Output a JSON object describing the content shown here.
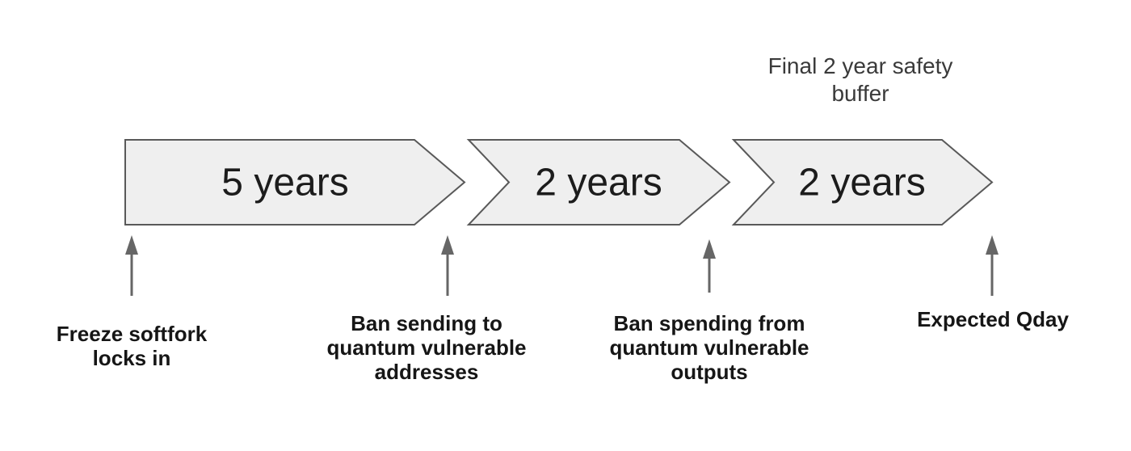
{
  "note": {
    "lines": [
      "Final 2 year safety",
      "buffer"
    ]
  },
  "segments": [
    {
      "label": "5 years"
    },
    {
      "label": "2 years"
    },
    {
      "label": "2 years"
    }
  ],
  "milestones": [
    {
      "lines": [
        "Freeze softfork",
        "locks in"
      ]
    },
    {
      "lines": [
        "Ban sending to",
        "quantum vulnerable",
        "addresses"
      ]
    },
    {
      "lines": [
        "Ban spending from",
        "quantum vulnerable",
        "outputs"
      ]
    },
    {
      "lines": [
        "Expected Qday"
      ]
    }
  ],
  "colors": {
    "shape_fill": "#efefef",
    "shape_stroke": "#595959",
    "arrow": "#666666",
    "segment_text": "#1c1c1c",
    "label_text": "#161616",
    "note_text": "#3a3a3a",
    "background": "#ffffff"
  }
}
